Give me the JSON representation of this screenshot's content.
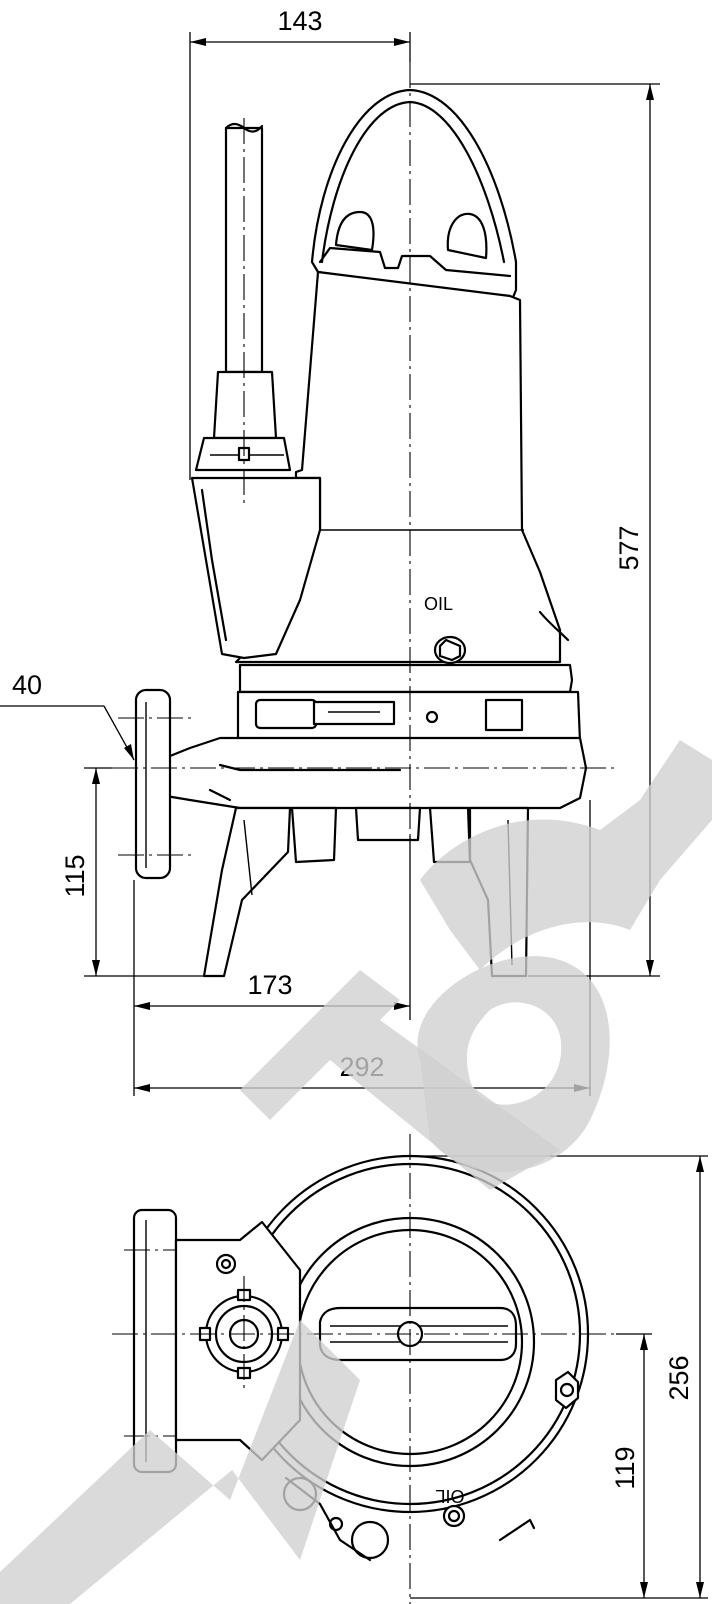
{
  "dimensions": {
    "top_width": "143",
    "overall_height": "577",
    "flange_thickness": "40",
    "outlet_height": "115",
    "outlet_offset": "173",
    "overall_width": "292",
    "plan_depth": "256",
    "plan_half_depth": "119"
  },
  "oil_label": "OIL",
  "plan_oil_label": "OIL",
  "watermark": "MOTOR"
}
